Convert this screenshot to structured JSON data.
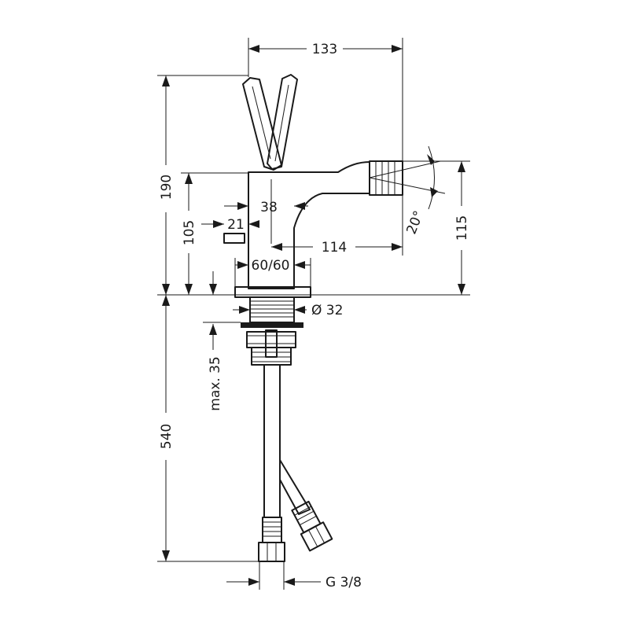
{
  "dimensions": {
    "d133": "133",
    "d190": "190",
    "d105": "105",
    "d38": "38",
    "d21": "21",
    "d114": "114",
    "d115": "115",
    "d20deg": "20°",
    "d6060": "60/60",
    "d32": "Ø 32",
    "dmax35": "max. 35",
    "d540": "540",
    "thread": "G 3/8"
  }
}
